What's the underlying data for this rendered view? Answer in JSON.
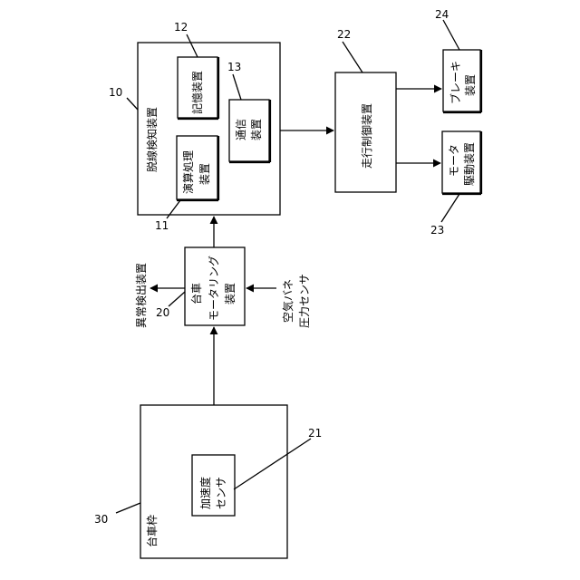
{
  "labels": {
    "detachment_device": "脱線検知装置",
    "memory_device": "記憶装置",
    "communication_device_1": "通信",
    "communication_device_2": "装置",
    "arithmetic_device_1": "演算処理",
    "arithmetic_device_2": "装置",
    "travel_control_device": "走行制御装置",
    "brake_device_1": "ブレーキ",
    "brake_device_2": "装置",
    "motor_drive_device_1": "モータ",
    "motor_drive_device_2": "駆動装置",
    "bogie_monitoring_device_1": "台車",
    "bogie_monitoring_device_2": "モータリング",
    "bogie_monitoring_device_3": "装置",
    "anomaly_detection_device": "異常検出装置",
    "air_spring_sensor_1": "空気バネ",
    "air_spring_sensor_2": "圧力センサ",
    "bogie_frame": "台車枠",
    "acceleration_sensor_1": "加速度",
    "acceleration_sensor_2": "センサ"
  },
  "refs": {
    "n10": "10",
    "n11": "11",
    "n12": "12",
    "n13": "13",
    "n20": "20",
    "n21": "21",
    "n22": "22",
    "n23": "23",
    "n24": "24",
    "n30": "30"
  }
}
